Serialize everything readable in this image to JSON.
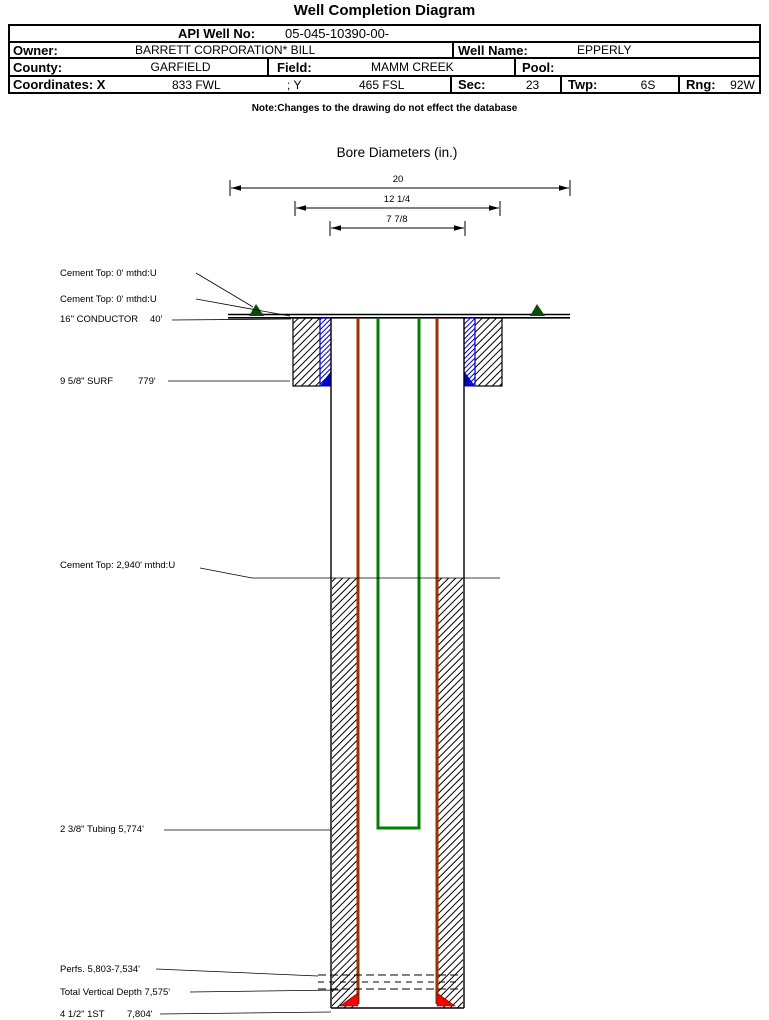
{
  "page_title": "Well Completion Diagram",
  "header": {
    "api_label": "API Well No:",
    "api_value": "05-045-10390-00-",
    "owner_label": "Owner:",
    "owner_value": "BARRETT CORPORATION* BILL",
    "well_name_label": "Well Name:",
    "well_name_value": "EPPERLY",
    "county_label": "County:",
    "county_value": "GARFIELD",
    "field_label": "Field:",
    "field_value": "MAMM CREEK",
    "pool_label": "Pool:",
    "pool_value": "",
    "coordinates_label": "Coordinates: X",
    "coordinates_x_value": "833 FWL",
    "coordinates_y_label": "; Y",
    "coordinates_y_value": "465 FSL",
    "sec_label": "Sec:",
    "sec_value": "23",
    "twp_label": "Twp:",
    "twp_value": "6S",
    "rng_label": "Rng:",
    "rng_value": "92W",
    "note": "Note:Changes to the drawing do not effect the database"
  },
  "diagram": {
    "bore_title": "Bore Diameters (in.)",
    "bore_diameters": {
      "outer": "20",
      "middle": "12 1/4",
      "inner": "7 7/8"
    },
    "labels": {
      "cement_top_1": "Cement Top: 0' mthd:U",
      "cement_top_2": "Cement Top: 0' mthd:U",
      "conductor_name": "16\" CONDUCTOR",
      "conductor_depth": "40'",
      "surface_casing_name": "9 5/8\" SURF",
      "surface_casing_depth": "779'",
      "cement_top_production": "Cement Top: 2,940' mthd:U",
      "tubing": "2 3/8\" Tubing 5,774'",
      "perfs": "Perfs. 5,803-7,534'",
      "total_vertical_depth": "Total Vertical Depth 7,575'",
      "production_casing_name": "4 1/2\" 1ST",
      "production_casing_depth": "7,804'"
    },
    "colors": {
      "tubing_green": "#008000",
      "casing_brown": "#993300",
      "conductor_blue": "#0000cc",
      "shoe_marker_red": "#ff0000",
      "cement_marker_green": "#0a4d0a"
    }
  }
}
